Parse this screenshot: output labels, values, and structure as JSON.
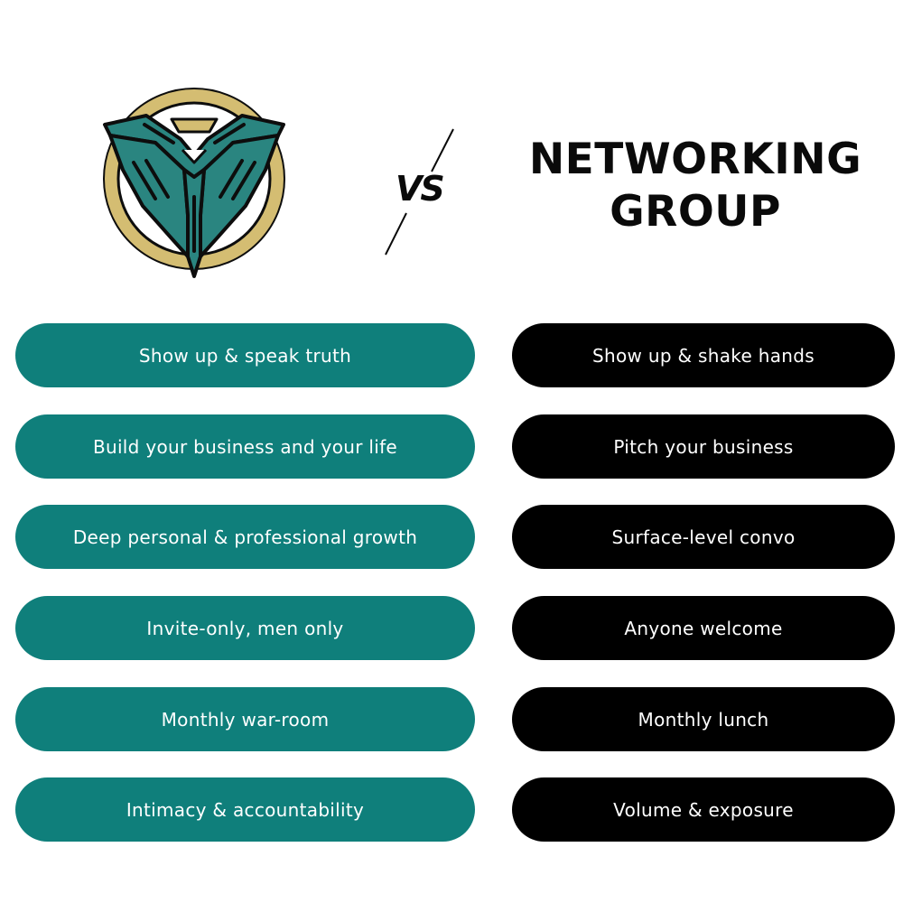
{
  "header": {
    "title_line1": "NETWORKING",
    "title_line2": "GROUP",
    "vs_label": "VS"
  },
  "logo": {
    "icon": "trident-shield-logo-icon",
    "ring_color": "#d4bd72",
    "emblem_color": "#2a8580",
    "outline_color": "#0d0d0d"
  },
  "colors": {
    "left_pill": "#0f7f7b",
    "right_pill": "#000000",
    "pill_text": "#ffffff"
  },
  "comparison": {
    "left": [
      "Show up & speak truth",
      "Build your business and your life",
      "Deep personal & professional growth",
      "Invite-only, men only",
      "Monthly war-room",
      "Intimacy & accountability"
    ],
    "right": [
      "Show up & shake hands",
      "Pitch your business",
      "Surface-level convo",
      "Anyone welcome",
      "Monthly lunch",
      "Volume & exposure"
    ]
  }
}
